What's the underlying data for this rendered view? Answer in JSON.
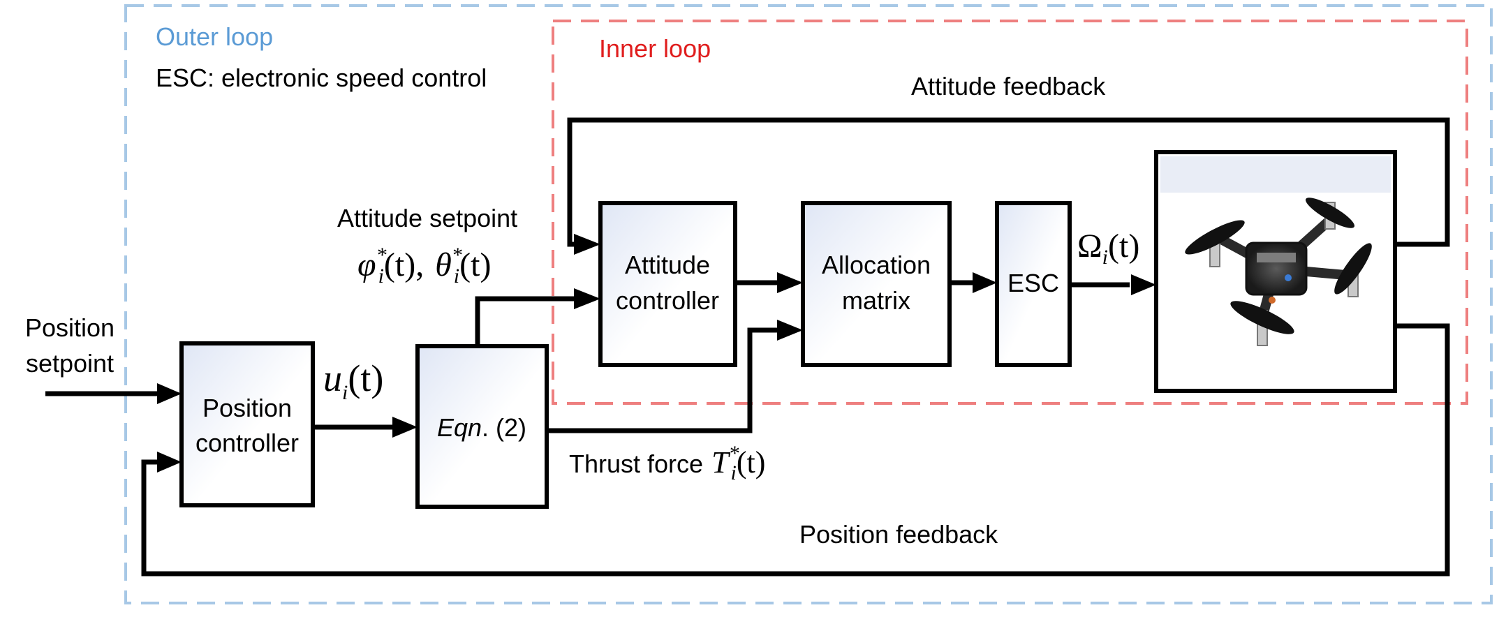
{
  "labels": {
    "outer_loop": "Outer loop",
    "inner_loop": "Inner loop",
    "esc_note": "ESC: electronic speed control",
    "attitude_feedback": "Attitude feedback",
    "position_feedback": "Position feedback",
    "position_setpoint_1": "Position",
    "position_setpoint_2": "setpoint",
    "attitude_setpoint": "Attitude setpoint",
    "thrust_force": "Thrust force"
  },
  "blocks": {
    "position_controller_1": "Position",
    "position_controller_2": "controller",
    "eqn_italic": "Eqn",
    "eqn_rest": ". (2)",
    "attitude_controller_1": "Attitude",
    "attitude_controller_2": "controller",
    "allocation_matrix_1": "Allocation",
    "allocation_matrix_2": "matrix",
    "esc": "ESC"
  },
  "math": {
    "u_base": "u",
    "u_sub": "i",
    "u_arg": "(t)",
    "phi": "φ",
    "theta": "θ",
    "star": "*",
    "sub_i": "i",
    "arg_t": "(t)",
    "comma": ",",
    "T": "T",
    "omega": "Ω"
  },
  "colors": {
    "outer_loop": "#5b9bd5",
    "inner_loop": "#e01e1e",
    "outer_dash": "#a7c8e6",
    "inner_dash": "#ee7f7f"
  },
  "icons": {
    "drone_image": "quadcopter-drone-icon"
  }
}
